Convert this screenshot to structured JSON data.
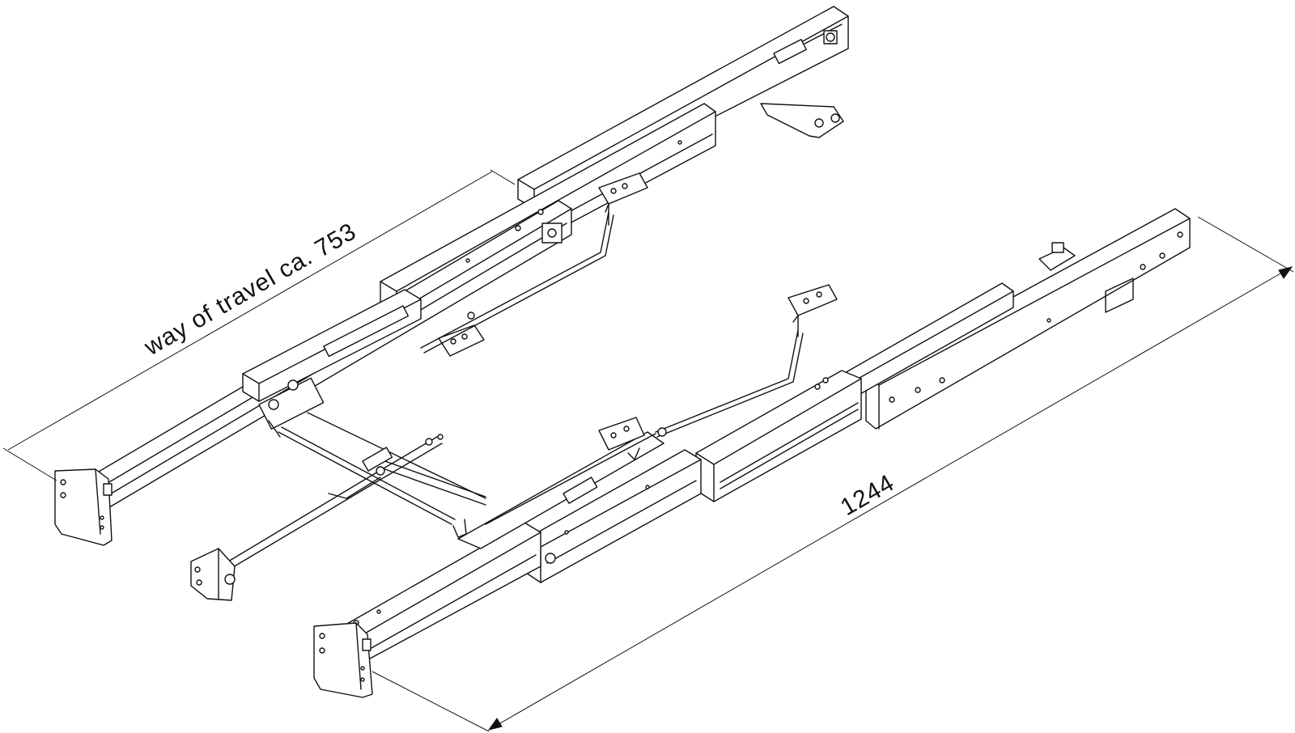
{
  "diagram": {
    "dimensions": {
      "travel_label": "way of travel ca. 753",
      "length_label": "1244"
    },
    "colors": {
      "line": "#111111",
      "fill": "#ffffff",
      "background": "#ffffff"
    },
    "components": [
      "rear-drawer-slide",
      "front-drawer-slide",
      "synchronisation-bar",
      "mounting-bracket",
      "end-cap"
    ]
  }
}
